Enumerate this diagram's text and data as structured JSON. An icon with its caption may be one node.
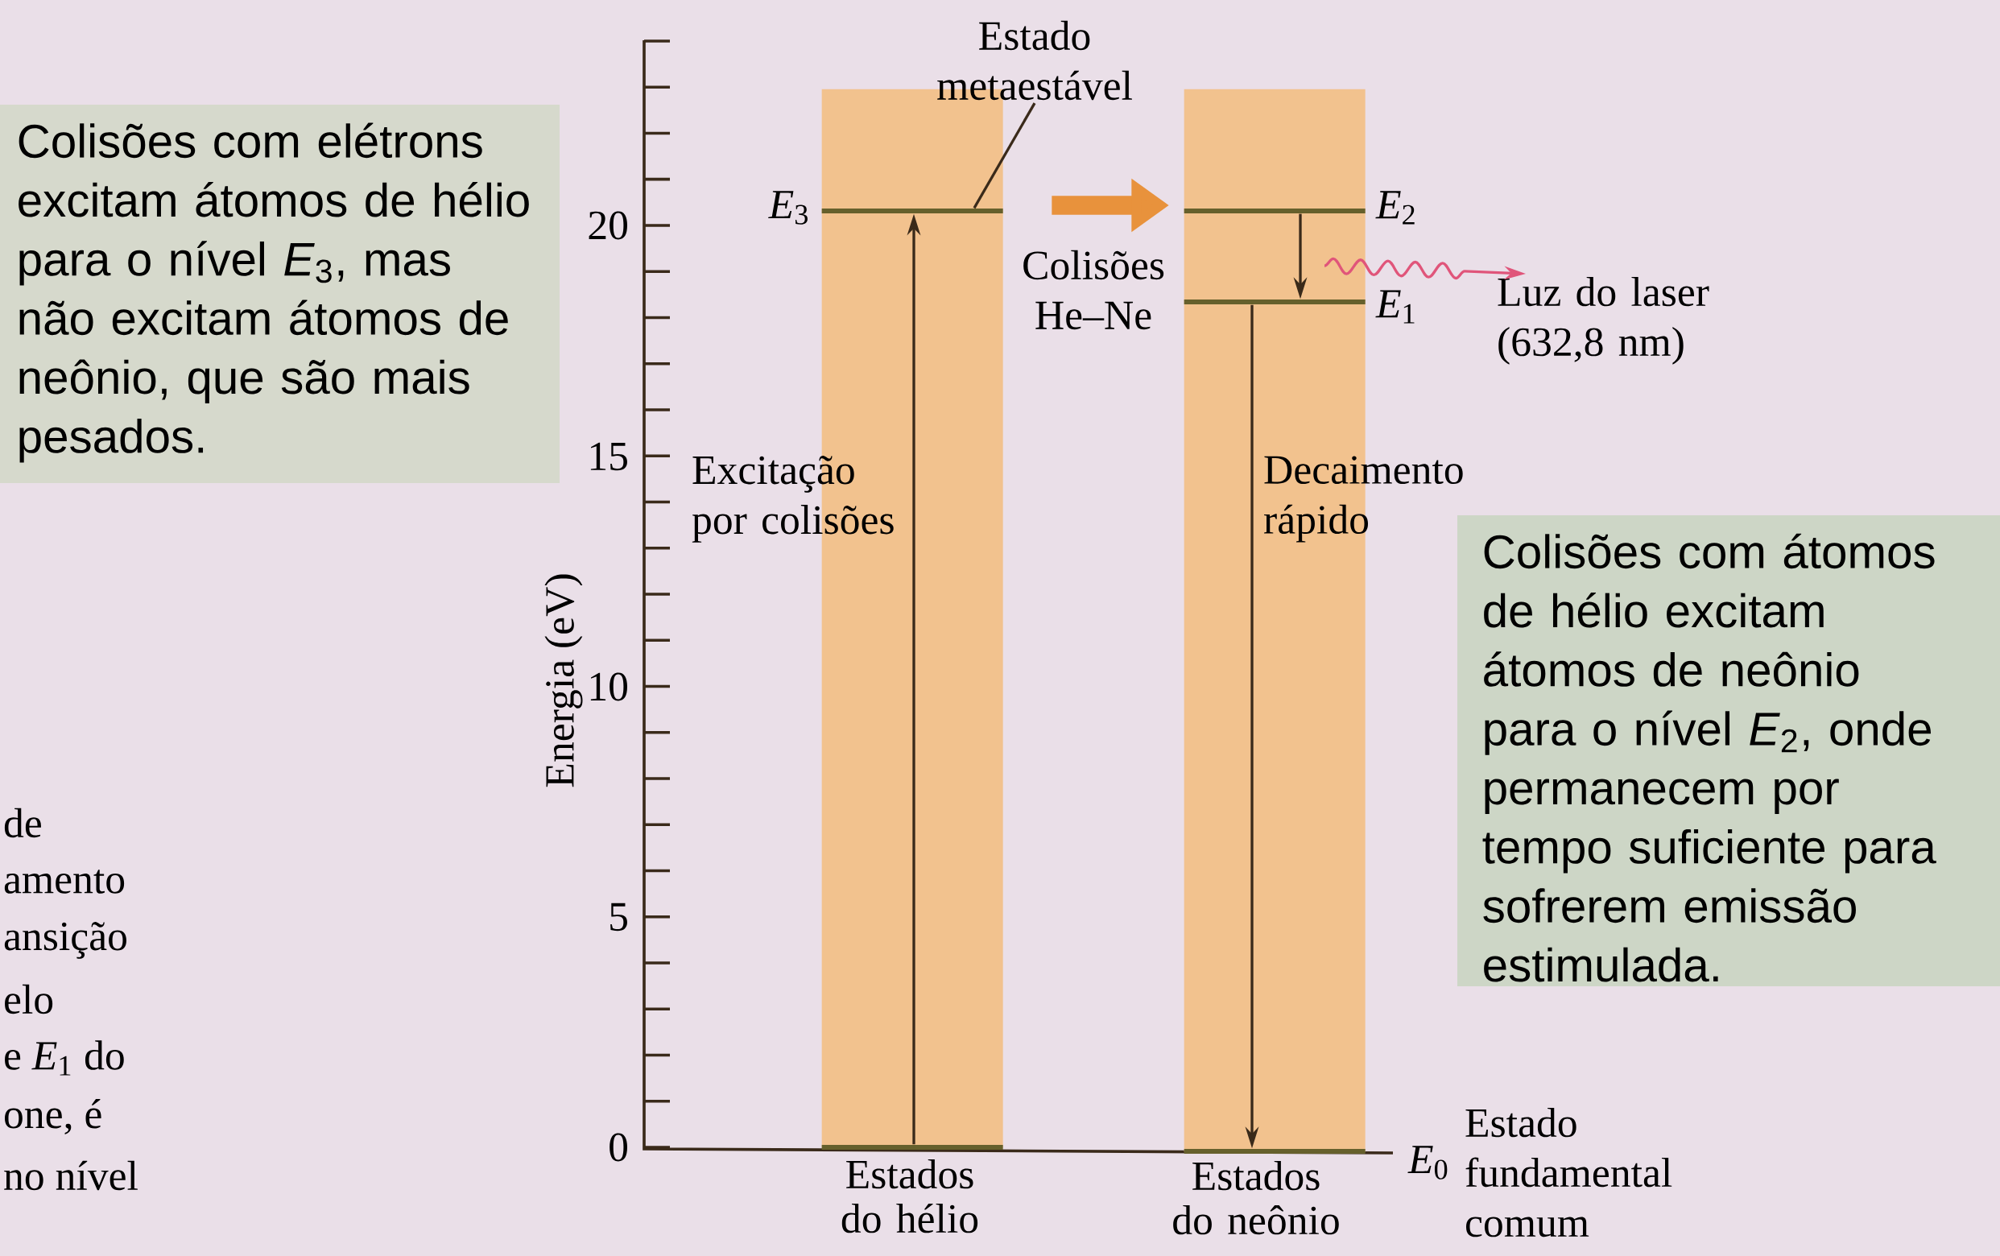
{
  "diagram": {
    "nodes": [
      {
        "text": [
          "Colisões com elétrons excitam átomos de hélio para o nível *E*$_{3}$, mas não excitam átomos de neônio, que são mais pesados."
        ]
      },
      {
        "text": [
          "Colisões com átomos de hélio excitam átomos de neônio para o nível *E*$_{2}$, onde permanecem por tempo suficiente para sofrerem emissão estimulada."
        ]
      },
      {
        "text": [],
        "shape": "bar",
        "beside": [
          "Estados do hélio"
        ]
      },
      {
        "text": [],
        "shape": "bar",
        "beside": [
          "Estados do neônio"
        ]
      },
      {
        "text": [],
        "shape": "bar",
        "in": 2,
        "beside": [
          "*E*$_{3}$"
        ]
      },
      {
        "text": [],
        "shape": "bar",
        "in": 2
      },
      {
        "text": [],
        "shape": "bar",
        "in": 3,
        "beside": [
          "*E*$_{2}$"
        ]
      },
      {
        "text": [],
        "shape": "bar",
        "in": 3,
        "beside": [
          "*E*$_{1}$"
        ]
      },
      {
        "text": [],
        "shape": "bar",
        "in": 3,
        "beside": [
          "*E*$_{0}$"
        ]
      },
      {
        "text": [
          "Estado metaestável"
        ]
      },
      {
        "text": [
          "Luz do laser (632,8 nm)"
        ]
      }
    ],
    "edges": [
      {
        "from": 5,
        "to": 4,
        "arrow": "to",
        "label": "Excitação por colisões"
      },
      {
        "from": 2,
        "to": 3,
        "arrow": "to",
        "label": "Colisões He–Ne",
        "style": "thick",
        "color": "#e8923c"
      },
      {
        "from": 6,
        "to": 7,
        "arrow": "to"
      },
      {
        "from": null,
        "to": 10,
        "arrow": "to",
        "color": "#e0557a"
      },
      {
        "from": 7,
        "to": 8,
        "arrow": "to",
        "label": "Decaimento rápido"
      },
      {
        "from": 9,
        "to": 4,
        "arrow": "none"
      }
    ],
    "labels": [
      "20",
      "15",
      "10",
      "5",
      "0",
      "Energia (eV)",
      "Estado fundamental comum",
      "de",
      "amento",
      "ansição",
      "elo",
      "e *E*$_{1}$ do",
      "one, é",
      "no nível"
    ]
  }
}
